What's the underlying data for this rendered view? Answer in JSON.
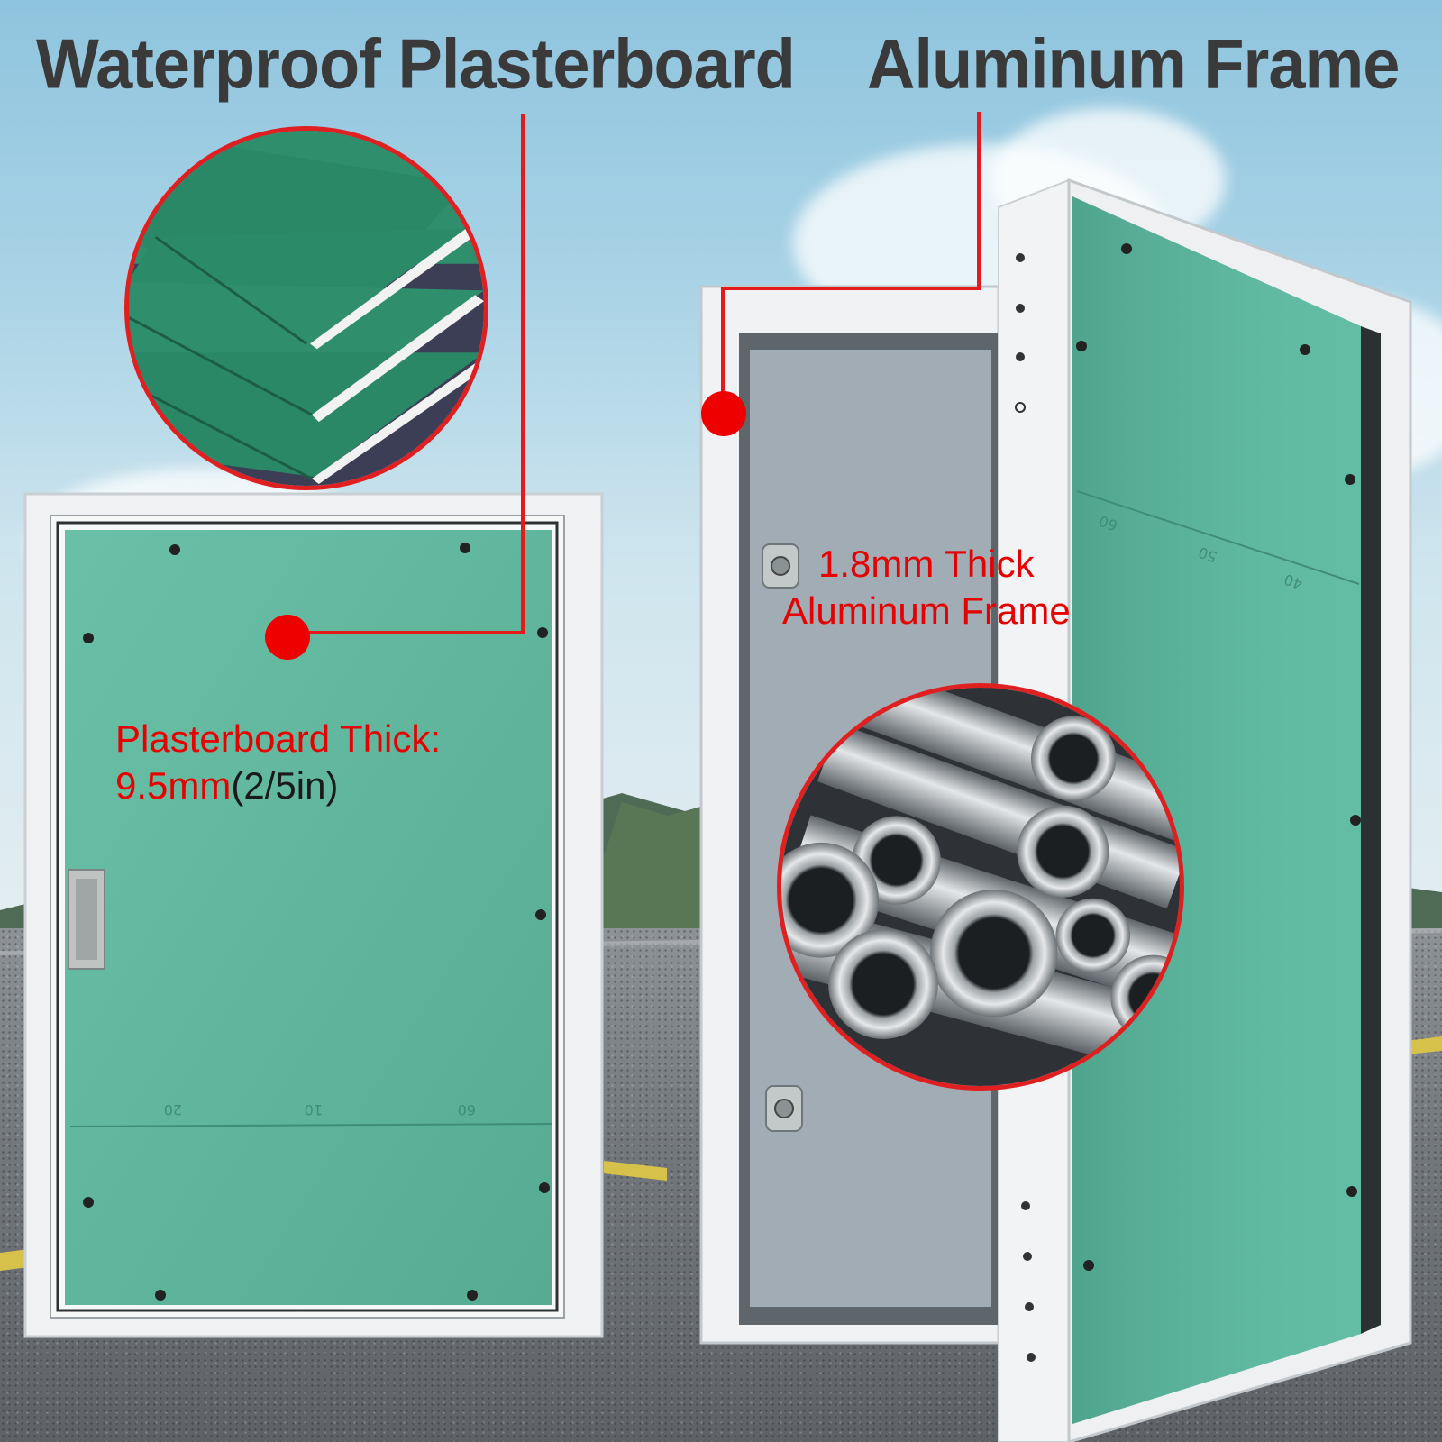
{
  "headings": {
    "left": "Waterproof Plasterboard",
    "right": "Aluminum Frame"
  },
  "callouts": {
    "plasterboard_label": "Plasterboard Thick:",
    "plasterboard_value": "9.5mm",
    "plasterboard_value_inches": "(2/5in)",
    "frame_line_1": "1.8mm Thick",
    "frame_line_2": "Aluminum Frame"
  },
  "colors": {
    "accent_red": "#e41b1b",
    "heading_text": "#3a3a3a",
    "board_green": "#5fbfa3",
    "frame_white": "#f2f4f5"
  },
  "icons": {
    "board_closeup": "stacked-green-boards",
    "frame_closeup": "aluminum-tubes"
  }
}
